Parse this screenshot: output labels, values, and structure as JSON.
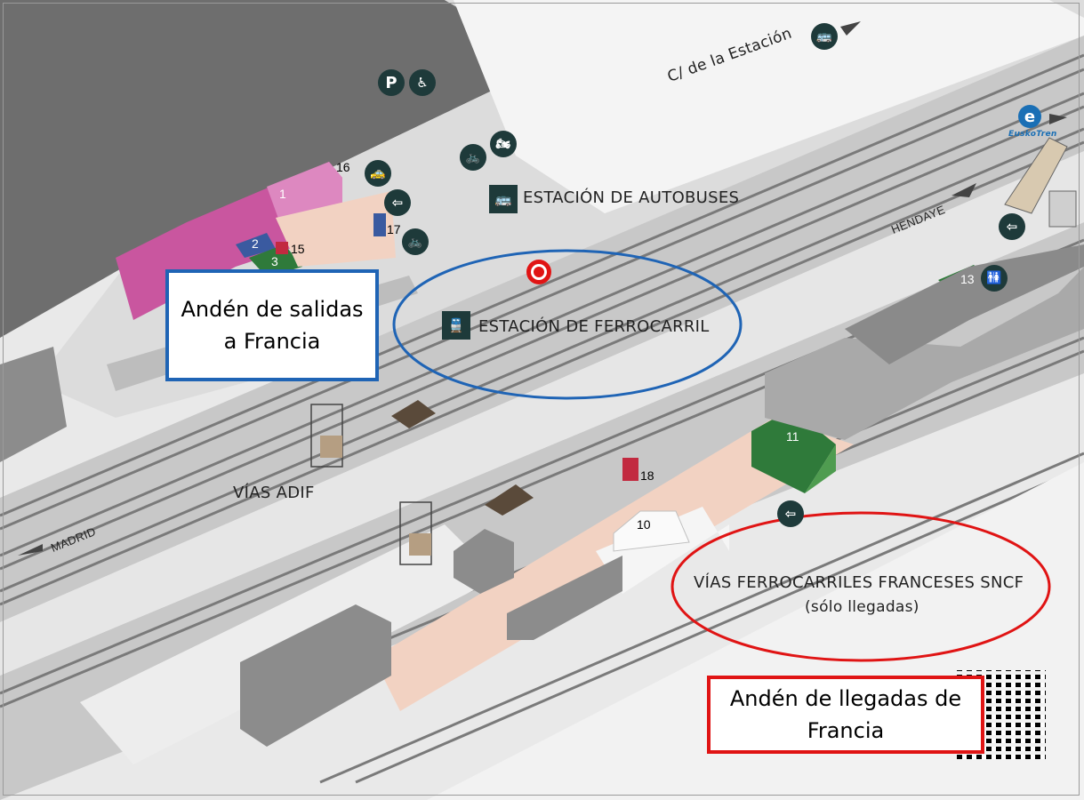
{
  "labels": {
    "street": "C/ de la Estación",
    "bus_station": "ESTACIÓN DE AUTOBUSES",
    "rail_station": "ESTACIÓN DE FERROCARRIL",
    "adif_tracks": "VÍAS ADIF",
    "sncf_tracks": "VÍAS FERROCARRILES FRANCESES SNCF",
    "sncf_note": "(sólo llegadas)",
    "hendaye": "HENDAYE",
    "madrid": "MADRID",
    "euskotren": "EuskoTren"
  },
  "callouts": {
    "departures_line1": "Andén de salidas",
    "departures_line2": "a Francia",
    "arrivals_line1": "Andén de llegadas de",
    "arrivals_line2": "Francia"
  },
  "numbers": {
    "n1": "1",
    "n2": "2",
    "n3": "3",
    "n10": "10",
    "n11": "11",
    "n13": "13",
    "n15": "15",
    "n16": "16",
    "n17": "17",
    "n18": "18"
  },
  "icons": {
    "parking": "P",
    "parking_disabled": "♿",
    "bus": "🚌",
    "taxi": "🚕",
    "exit": "⇦",
    "bike": "🚲",
    "moto": "🏍",
    "train": "🚆",
    "toilets": "🚻",
    "logo": "e"
  },
  "colors": {
    "departures_border": "#1f64b5",
    "arrivals_border": "#e01414",
    "highlight_blue": "#1f64b5",
    "highlight_red": "#e01414",
    "icon_dark": "#1e3a3a",
    "building_pink": "#c9569f",
    "building_green": "#2f7a3a",
    "platform_salmon": "#f2d2c2"
  }
}
